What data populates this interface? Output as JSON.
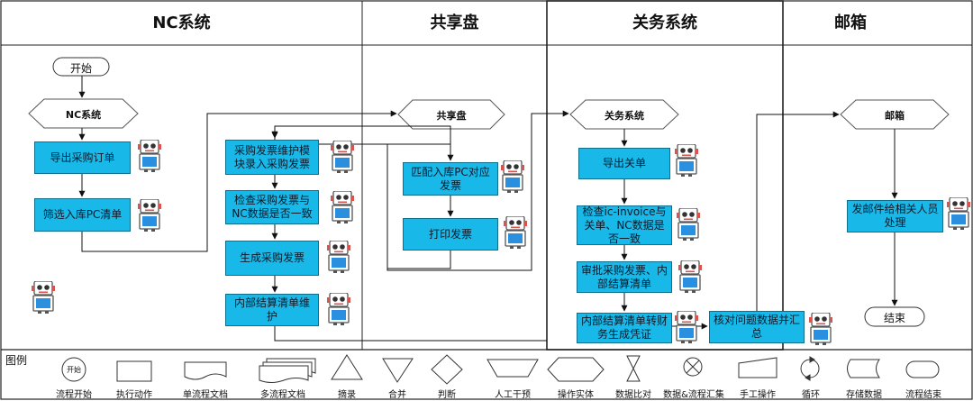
{
  "lanes": [
    {
      "title": "NC系统"
    },
    {
      "title": "共享盘"
    },
    {
      "title": "关务系统"
    },
    {
      "title": "邮箱"
    }
  ],
  "terminators": {
    "start": "开始",
    "end": "结束"
  },
  "hexes": {
    "nc": "NC系统",
    "share": "共享盘",
    "customs": "关务系统",
    "mail": "邮箱"
  },
  "steps": {
    "nc_export_po": "导出采购订单",
    "nc_filter_pc": "筛选入库PC清单",
    "nc_invoice_entry": "采购发票维护模块录入采购发票",
    "nc_check_invoice": "检查采购发票与NC数据是否一致",
    "nc_gen_invoice": "生成采购发票",
    "nc_internal_maint": "内部结算清单维护",
    "share_match": "匹配入库PC对应发票",
    "share_print": "打印发票",
    "cu_export": "导出关单",
    "cu_check": "检查ic-invoice与关单、NC数据是否一致",
    "cu_approve": "审批采购发票、内部结算清单",
    "cu_internal_fin": "内部结算清单转财务生成凭证",
    "cu_verify": "核对问题数据并汇总",
    "mail_send": "发邮件给相关人员处理"
  },
  "legend": {
    "title": "图例",
    "start_symbol_text": "开始",
    "items": [
      {
        "label": "流程开始",
        "icon": "start-circle"
      },
      {
        "label": "执行动作",
        "icon": "rectangle"
      },
      {
        "label": "单流程文档",
        "icon": "document"
      },
      {
        "label": "多流程文档",
        "icon": "multi-document"
      },
      {
        "label": "摘录",
        "icon": "triangle-up"
      },
      {
        "label": "合并",
        "icon": "triangle-down"
      },
      {
        "label": "判断",
        "icon": "diamond"
      },
      {
        "label": "人工干预",
        "icon": "trapezoid"
      },
      {
        "label": "操作实体",
        "icon": "hexagon"
      },
      {
        "label": "数据比对",
        "icon": "hourglass"
      },
      {
        "label": "数据&流程汇集",
        "icon": "circle-x"
      },
      {
        "label": "手工操作",
        "icon": "manual-input"
      },
      {
        "label": "循环",
        "icon": "loop"
      },
      {
        "label": "存储数据",
        "icon": "stored-data"
      },
      {
        "label": "流程结束",
        "icon": "terminator"
      }
    ]
  },
  "colors": {
    "step_fill": "#18b8e8",
    "robot_blue": "#2b8fe0",
    "robot_outline": "#555555",
    "robot_accent": "#d9534f"
  }
}
